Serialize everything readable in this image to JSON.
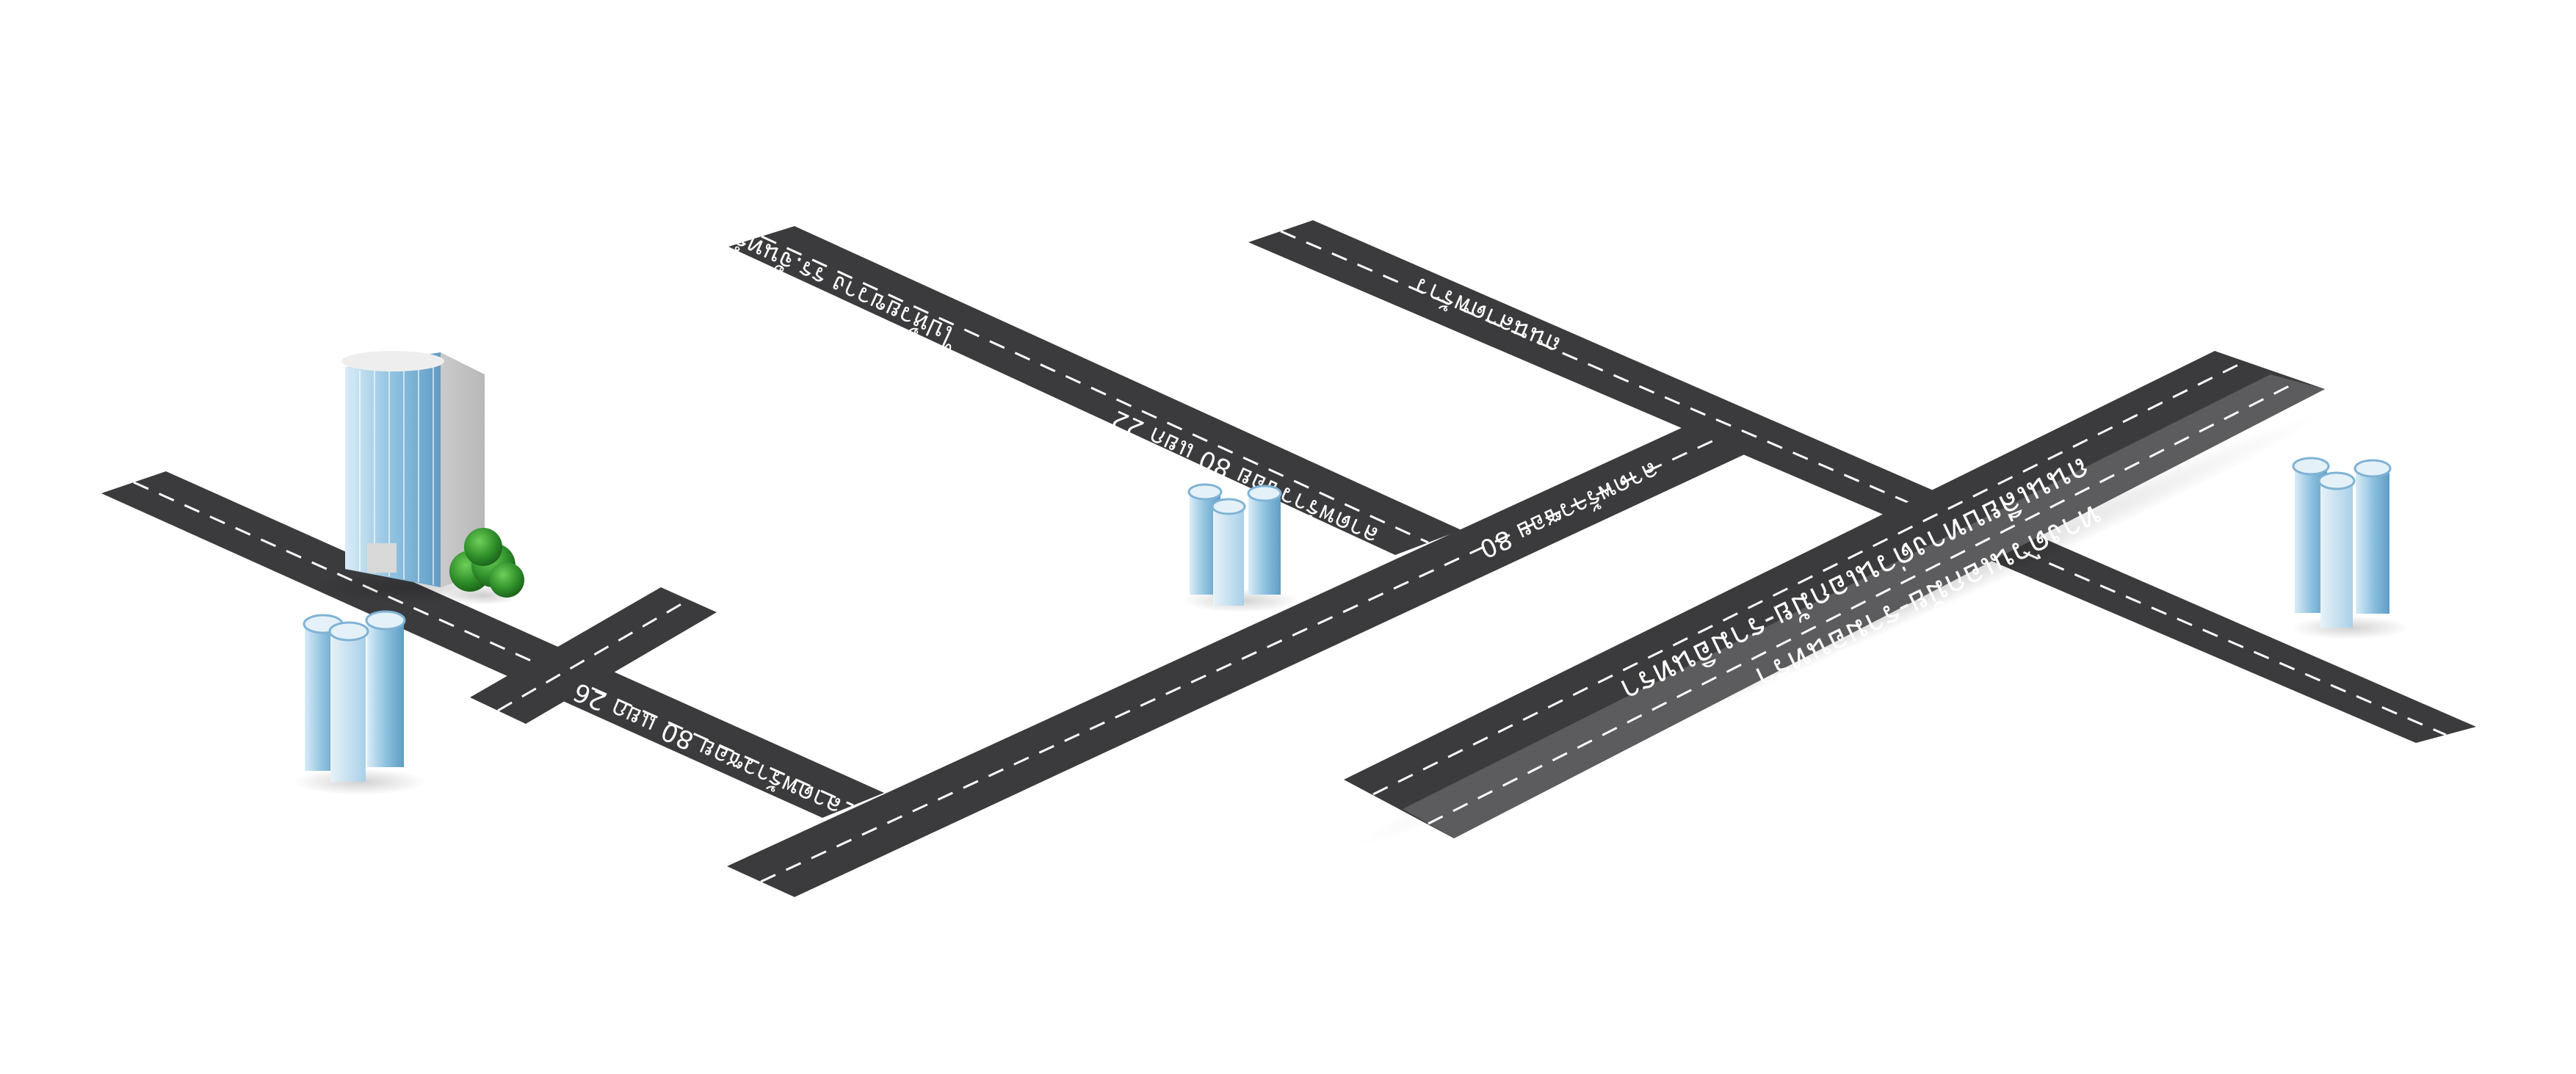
{
  "map": {
    "colors": {
      "background": "#ffffff",
      "road": "#3b3b3d",
      "road_edge": "#2e2e30",
      "expressway": "#5c5c5e",
      "lane_marking": "#ffffff",
      "building_glass": "#9fcbe6",
      "tree": "#2f8f2a"
    },
    "roads": [
      {
        "name": "lat-phrao-80-22",
        "label": "ลาดพร้าวซอย 80 แยก 22"
      },
      {
        "name": "lat-phrao-80",
        "label": "ลาดพร้าวซอย 80"
      },
      {
        "name": "lat-phrao-80-26",
        "label": "ลาดพร้าวซอย 80 แยก 26"
      },
      {
        "name": "school-direction",
        "label": "ไปห้วยขวาง รร.จันทร์หุ่นบำเพ็ญ"
      },
      {
        "name": "lat-phrao-main",
        "label": "ถนนลาดพร้าว"
      },
      {
        "name": "ekkamai-ramindra-service",
        "label": "ถนนเลียบทางด่วนเอกมัย-รามอินทรา"
      },
      {
        "name": "ekkamai-ramindra-expressway",
        "label": "ทางด่วนเอกมัย-รามอินทรา"
      }
    ],
    "landmarks": [
      {
        "name": "destination-tower",
        "icon": "office-tower-icon"
      },
      {
        "name": "condo-left",
        "icon": "condominium-icon"
      },
      {
        "name": "condo-center",
        "icon": "condominium-icon"
      },
      {
        "name": "condo-right",
        "icon": "condominium-icon"
      },
      {
        "name": "tree",
        "icon": "tree-icon"
      }
    ]
  }
}
